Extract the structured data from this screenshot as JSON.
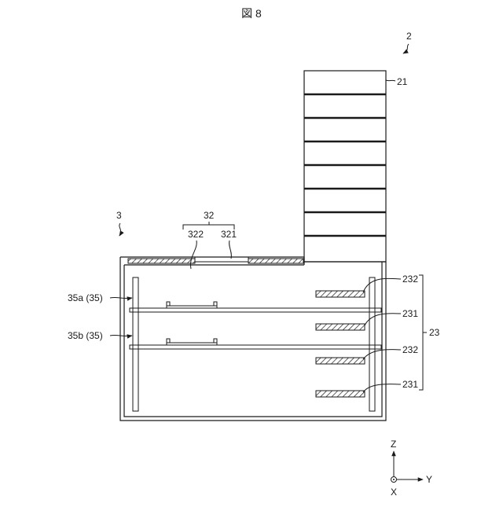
{
  "figure": {
    "title": "図 8",
    "labels": {
      "ref_2": "2",
      "ref_21": "21",
      "ref_3": "3",
      "ref_32": "32",
      "ref_322": "322",
      "ref_321": "321",
      "ref_35a": "35a (35)",
      "ref_35b": "35b (35)",
      "ref_232_top": "232",
      "ref_231_top": "231",
      "ref_232_bottom": "232",
      "ref_231_bottom": "231",
      "ref_23": "23"
    },
    "axes": {
      "z_label": "Z",
      "y_label": "Y",
      "x_label": "X"
    }
  }
}
